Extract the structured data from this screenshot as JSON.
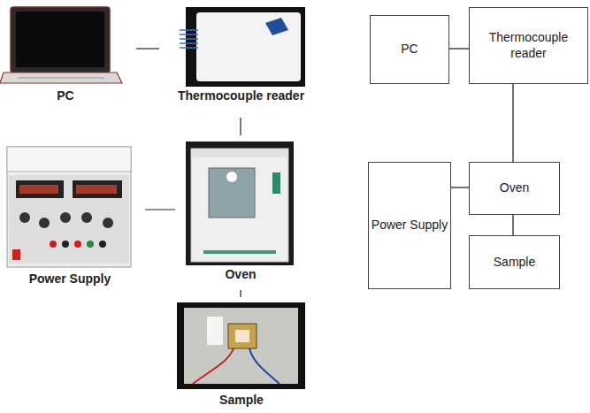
{
  "diagram": {
    "nodes": [
      {
        "text": [
          "PC"
        ]
      },
      {
        "text": [
          "Thermocouple reader"
        ]
      },
      {
        "text": [
          "Power Supply"
        ]
      },
      {
        "text": [
          "Oven"
        ]
      },
      {
        "text": [
          "Sample"
        ]
      },
      {
        "text": [
          "PC"
        ]
      },
      {
        "text": [
          "Thermocouple reader"
        ]
      },
      {
        "text": [
          "Power Supply"
        ]
      },
      {
        "text": [
          "Oven"
        ]
      },
      {
        "text": [
          "Sample"
        ]
      }
    ],
    "edges": [
      {
        "from": 0,
        "to": 1,
        "arrow": "none"
      },
      {
        "from": 1,
        "to": 3,
        "arrow": "none"
      },
      {
        "from": 2,
        "to": 3,
        "arrow": "none"
      },
      {
        "from": 3,
        "to": 4,
        "arrow": "none"
      },
      {
        "from": 5,
        "to": 6,
        "arrow": "none"
      },
      {
        "from": 6,
        "to": 8,
        "arrow": "none"
      },
      {
        "from": 7,
        "to": 8,
        "arrow": "none"
      },
      {
        "from": 8,
        "to": 9,
        "arrow": "none"
      }
    ]
  }
}
